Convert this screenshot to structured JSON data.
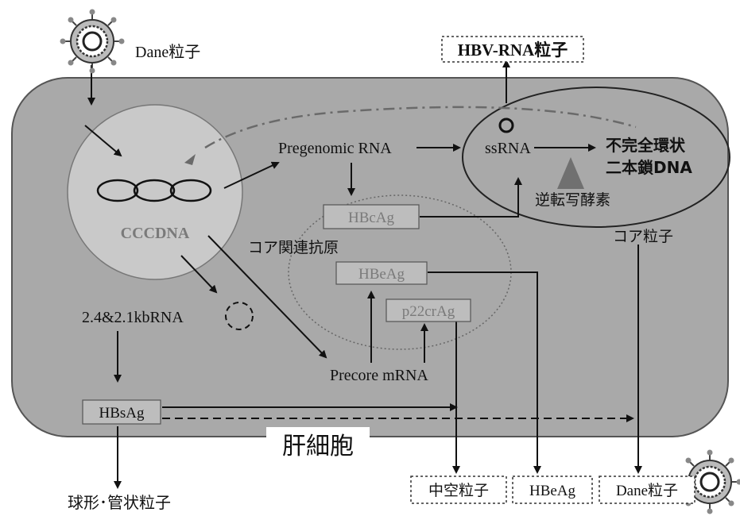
{
  "labels": {
    "dane_particle_top": "Dane粒子",
    "hbv_rna_particle": "HBV-RNA粒子",
    "pregenomic_rna": "Pregenomic RNA",
    "ssrna": "ssRNA",
    "incomplete_circular_dna_line1": "不完全環状",
    "incomplete_circular_dna_line2": "二本鎖DNA",
    "reverse_transcriptase": "逆転写酵素",
    "cccdna": "CCCDNA",
    "hbcag": "HBcAg",
    "core_related_antigen": "コア関連抗原",
    "core_particle": "コア粒子",
    "hbeag_in_cell": "HBeAg",
    "p22crag": "p22crAg",
    "rna_2421kb": "2.4&2.1kbRNA",
    "precore_mrna": "Precore mRNA",
    "hbsag": "HBsAg",
    "hepatocyte": "肝細胞",
    "spherical_tubular_particles": "球形･管状粒子",
    "hollow_particle": "中空粒子",
    "hbeag_out": "HBeAg",
    "dane_particle_out": "Dane粒子"
  },
  "colors": {
    "cell_fill": "#a9a9a9",
    "nucleus_fill": "#c9c9c9",
    "box_fill": "#bdbdbd",
    "arrow": "#111111",
    "accent_gray": "#707070"
  },
  "icons": [
    "virus-icon",
    "virus-icon",
    "triangle-icon",
    "small-circle-icon",
    "dashed-circle-icon"
  ]
}
